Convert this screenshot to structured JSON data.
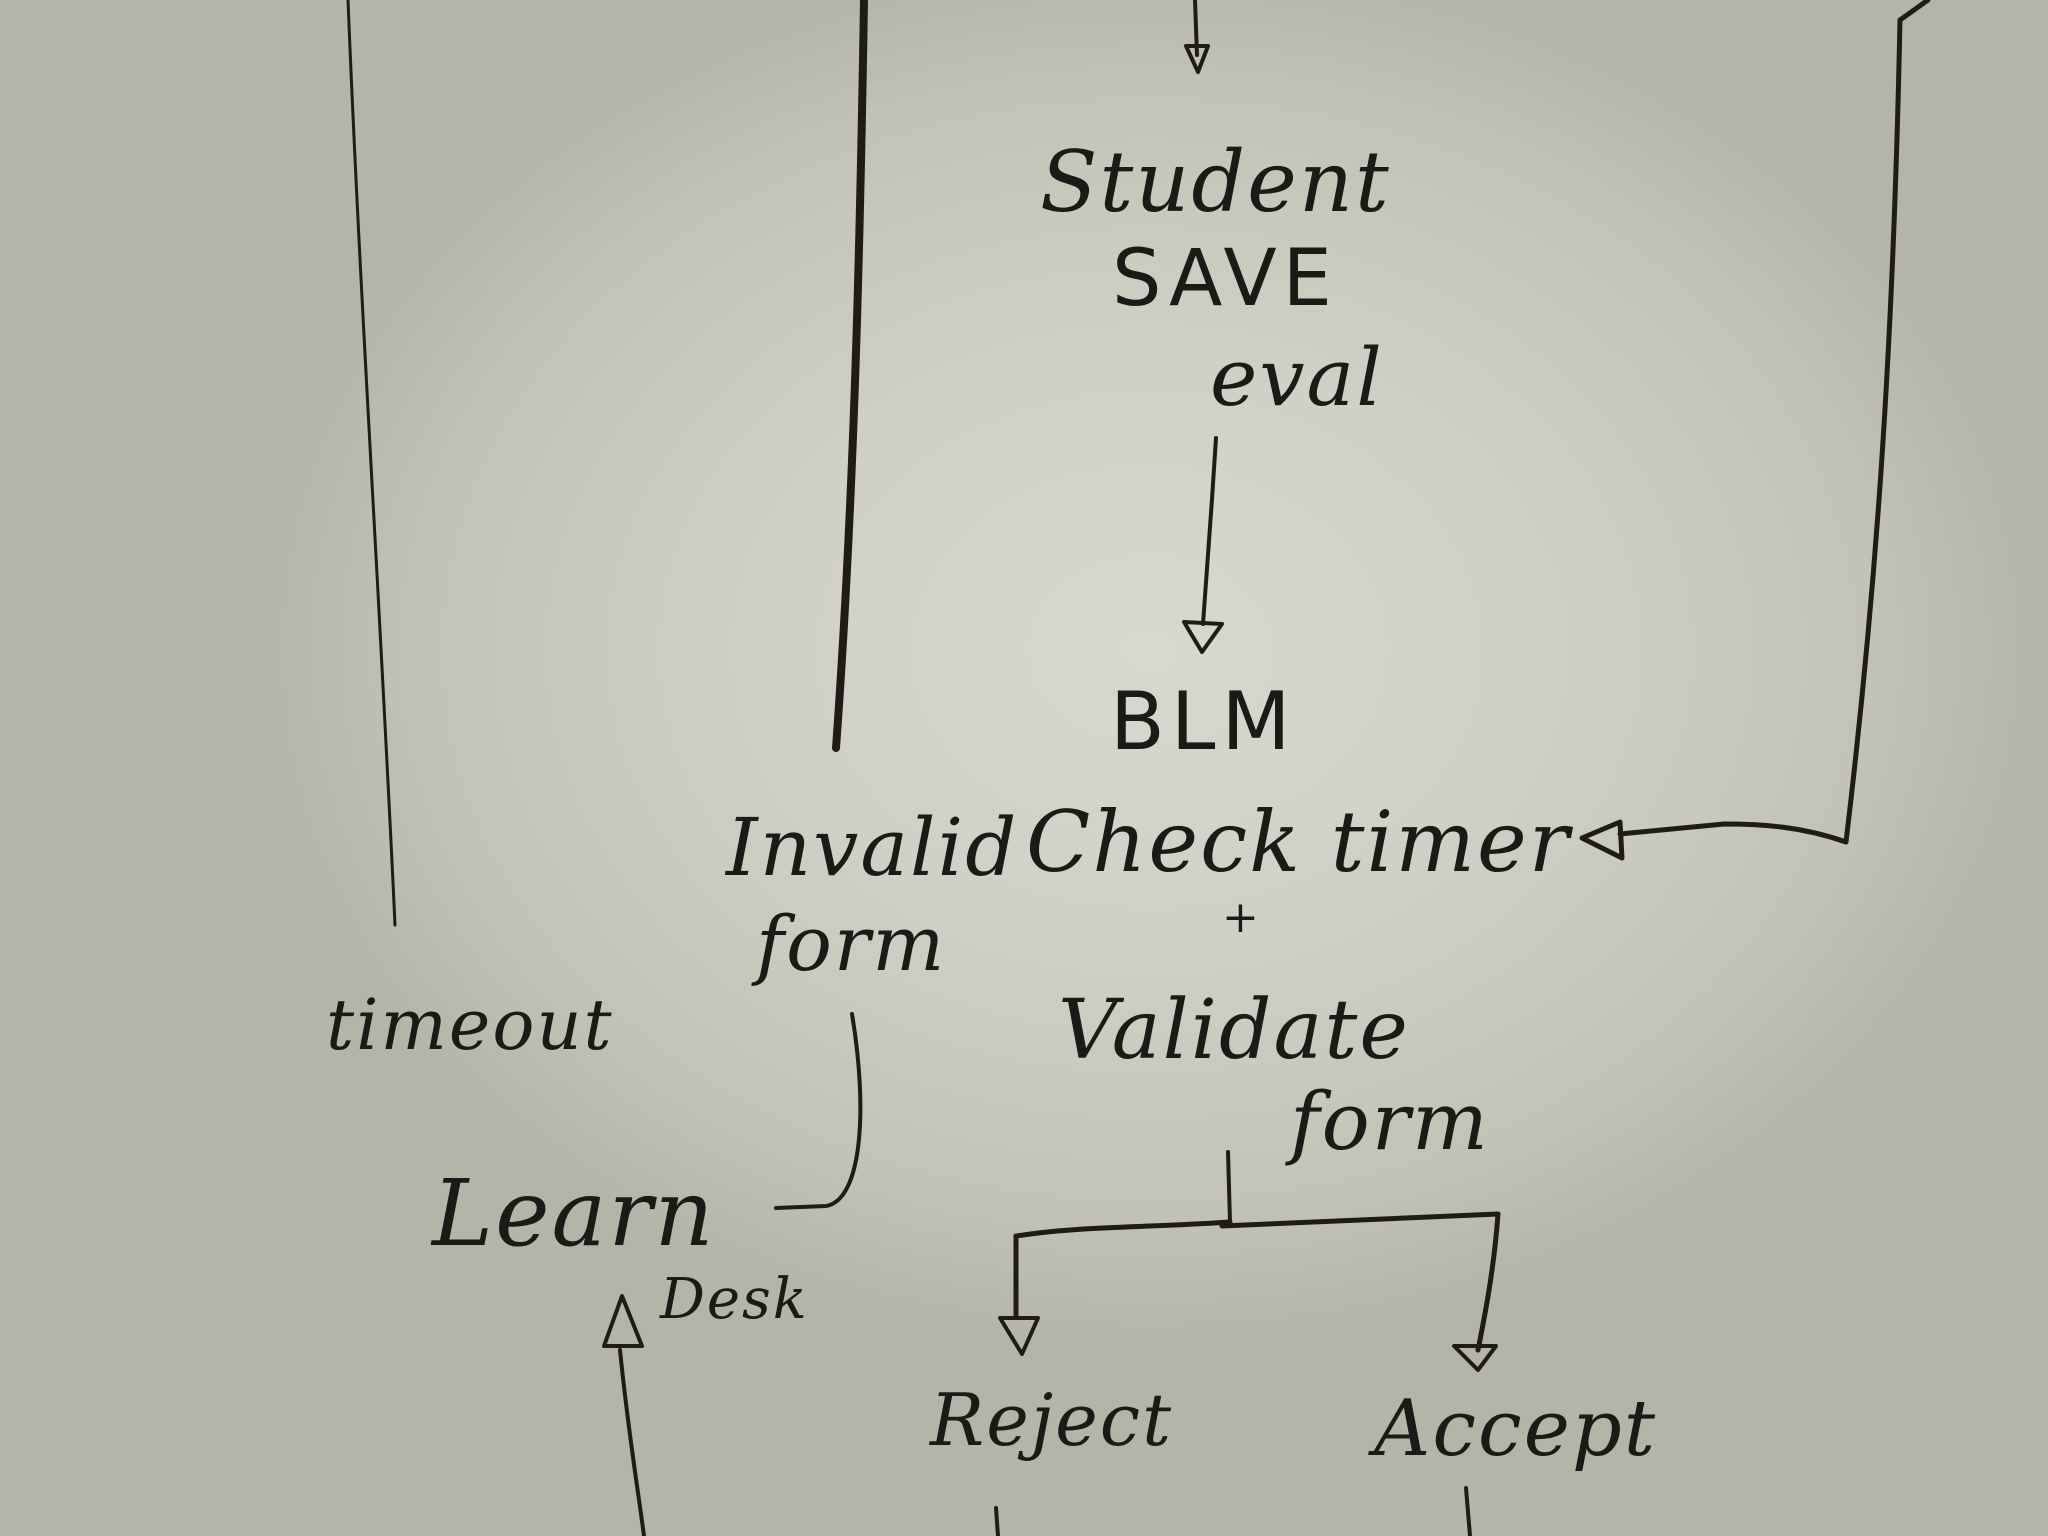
{
  "diagram": {
    "nodes": {
      "student_save_eval": [
        "Student",
        "SAVE",
        "eval"
      ],
      "blm_check_timer": [
        "BLM",
        "Check timer"
      ],
      "plus_sign": "+",
      "validate_form": [
        "Validate",
        "form"
      ],
      "invalid_form": [
        "Invalid",
        "form"
      ],
      "timeout": "timeout",
      "learn_desk": [
        "Learn",
        "Desk"
      ],
      "reject": "Reject",
      "accept": "Accept"
    },
    "edges": [
      {
        "from": "student_save_eval",
        "to": "blm_check_timer"
      },
      {
        "from": "timer_loop",
        "to": "blm_check_timer"
      },
      {
        "from": "validate_form",
        "to": "reject"
      },
      {
        "from": "validate_form",
        "to": "accept"
      },
      {
        "from": "invalid_form",
        "to": "learn_desk"
      },
      {
        "from": "offscreen_bottom",
        "to": "learn_desk"
      }
    ],
    "colors": {
      "board": "#d2d2c8",
      "ink": "#1f1c18"
    }
  }
}
